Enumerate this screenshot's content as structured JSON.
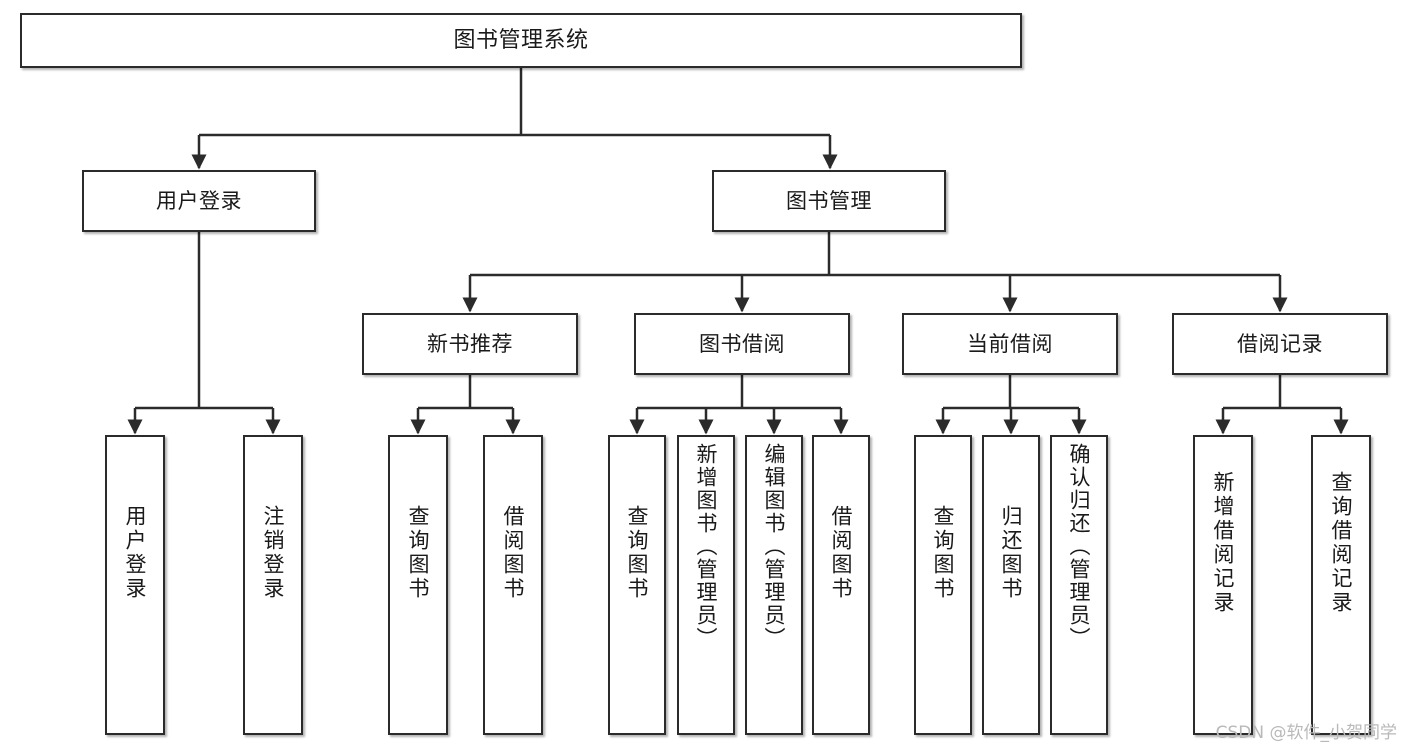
{
  "diagram": {
    "title": "图书管理系统",
    "type": "tree",
    "watermark": "CSDN @软件_小贺同学",
    "colors": {
      "node_border": "#2b2b2b",
      "node_fill": "#ffffff",
      "edge": "#2b2b2b",
      "text": "#1a1a1a",
      "watermark": "#b9b9b9"
    },
    "nodes": {
      "root": "图书管理系统",
      "level2": {
        "user_login": "用户登录",
        "book_manage": "图书管理"
      },
      "level3": {
        "new_book_rec": "新书推荐",
        "book_borrow": "图书借阅",
        "current_borrow": "当前借阅",
        "borrow_record": "借阅记录"
      },
      "leaves": {
        "user_login_1": "用户登录",
        "user_login_2": "注销登录",
        "new_book_rec_1": "查询图书",
        "new_book_rec_2": "借阅图书",
        "book_borrow_1": "查询图书",
        "book_borrow_2": "新增图书（管理员）",
        "book_borrow_3": "编辑图书（管理员）",
        "book_borrow_4": "借阅图书",
        "current_borrow_1": "查询图书",
        "current_borrow_2": "归还图书",
        "current_borrow_3": "确认归还（管理员）",
        "borrow_record_1": "新增借阅记录",
        "borrow_record_2": "查询借阅记录"
      }
    },
    "edges": [
      {
        "from": "root",
        "to": "user_login"
      },
      {
        "from": "root",
        "to": "book_manage"
      },
      {
        "from": "book_manage",
        "to": "new_book_rec"
      },
      {
        "from": "book_manage",
        "to": "book_borrow"
      },
      {
        "from": "book_manage",
        "to": "current_borrow"
      },
      {
        "from": "book_manage",
        "to": "borrow_record"
      },
      {
        "from": "user_login",
        "to": "user_login_1"
      },
      {
        "from": "user_login",
        "to": "user_login_2"
      },
      {
        "from": "new_book_rec",
        "to": "new_book_rec_1"
      },
      {
        "from": "new_book_rec",
        "to": "new_book_rec_2"
      },
      {
        "from": "book_borrow",
        "to": "book_borrow_1"
      },
      {
        "from": "book_borrow",
        "to": "book_borrow_2"
      },
      {
        "from": "book_borrow",
        "to": "book_borrow_3"
      },
      {
        "from": "book_borrow",
        "to": "book_borrow_4"
      },
      {
        "from": "current_borrow",
        "to": "current_borrow_1"
      },
      {
        "from": "current_borrow",
        "to": "current_borrow_2"
      },
      {
        "from": "current_borrow",
        "to": "current_borrow_3"
      },
      {
        "from": "borrow_record",
        "to": "borrow_record_1"
      },
      {
        "from": "borrow_record",
        "to": "borrow_record_2"
      }
    ]
  }
}
